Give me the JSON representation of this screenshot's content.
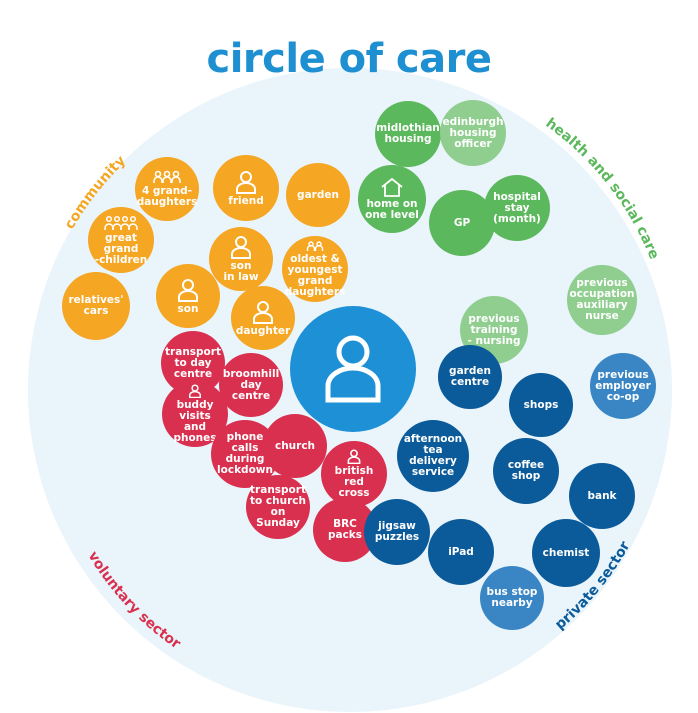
{
  "title": "circle of care",
  "colors": {
    "background_circle": "#e9f4fb",
    "community": "#f5a623",
    "health": "#5cb85c",
    "health_light": "#8fce8f",
    "voluntary": "#d9304f",
    "private": "#0b5a99",
    "private_light": "#3a86c4",
    "center": "#1d90d6"
  },
  "sector_labels": {
    "community": "community",
    "health": "health and social care",
    "voluntary": "voluntary sector",
    "private": "private sector"
  },
  "nodes": {
    "grand_daughters": "4 grand-\ndaughters",
    "friend": "friend",
    "garden_community": "garden",
    "great_grand_children": "great grand\n-children",
    "son_in_law": "son\nin law",
    "oldest_youngest": "oldest &\nyoungest\ngrand\ndaughters",
    "relatives_cars": "relatives'\ncars",
    "son": "son",
    "daughter": "daughter",
    "midlothian_housing": "midlothian\nhousing",
    "edinburgh_housing": "edinburgh\nhousing\nofficer",
    "home_one_level": "home on\none level",
    "gp": "GP",
    "hospital_stay": "hospital\nstay\n(month)",
    "previous_training": "previous\ntraining\n- nursing",
    "previous_occupation": "previous\noccupation\nauxiliary\nnurse",
    "transport_day_centre": "transport\nto day\ncentre",
    "broomhill": "broomhill\nday centre",
    "buddy_visits": "buddy\nvisits and\nphones",
    "phone_calls": "phone\ncalls\nduring\nlockdown",
    "church": "church",
    "british_red_cross": "british\nred cross",
    "transport_church": "transport\nto church\non Sunday",
    "brc_packs": "BRC\npacks",
    "garden_centre": "garden\ncentre",
    "shops": "shops",
    "previous_employer": "previous\nemployer\nco-op",
    "afternoon_tea": "afternoon\ntea delivery\nservice",
    "coffee_shop": "coffee\nshop",
    "bank": "bank",
    "jigsaw_puzzles": "jigsaw\npuzzles",
    "ipad": "iPad",
    "chemist": "chemist",
    "bus_stop": "bus stop\nnearby"
  }
}
